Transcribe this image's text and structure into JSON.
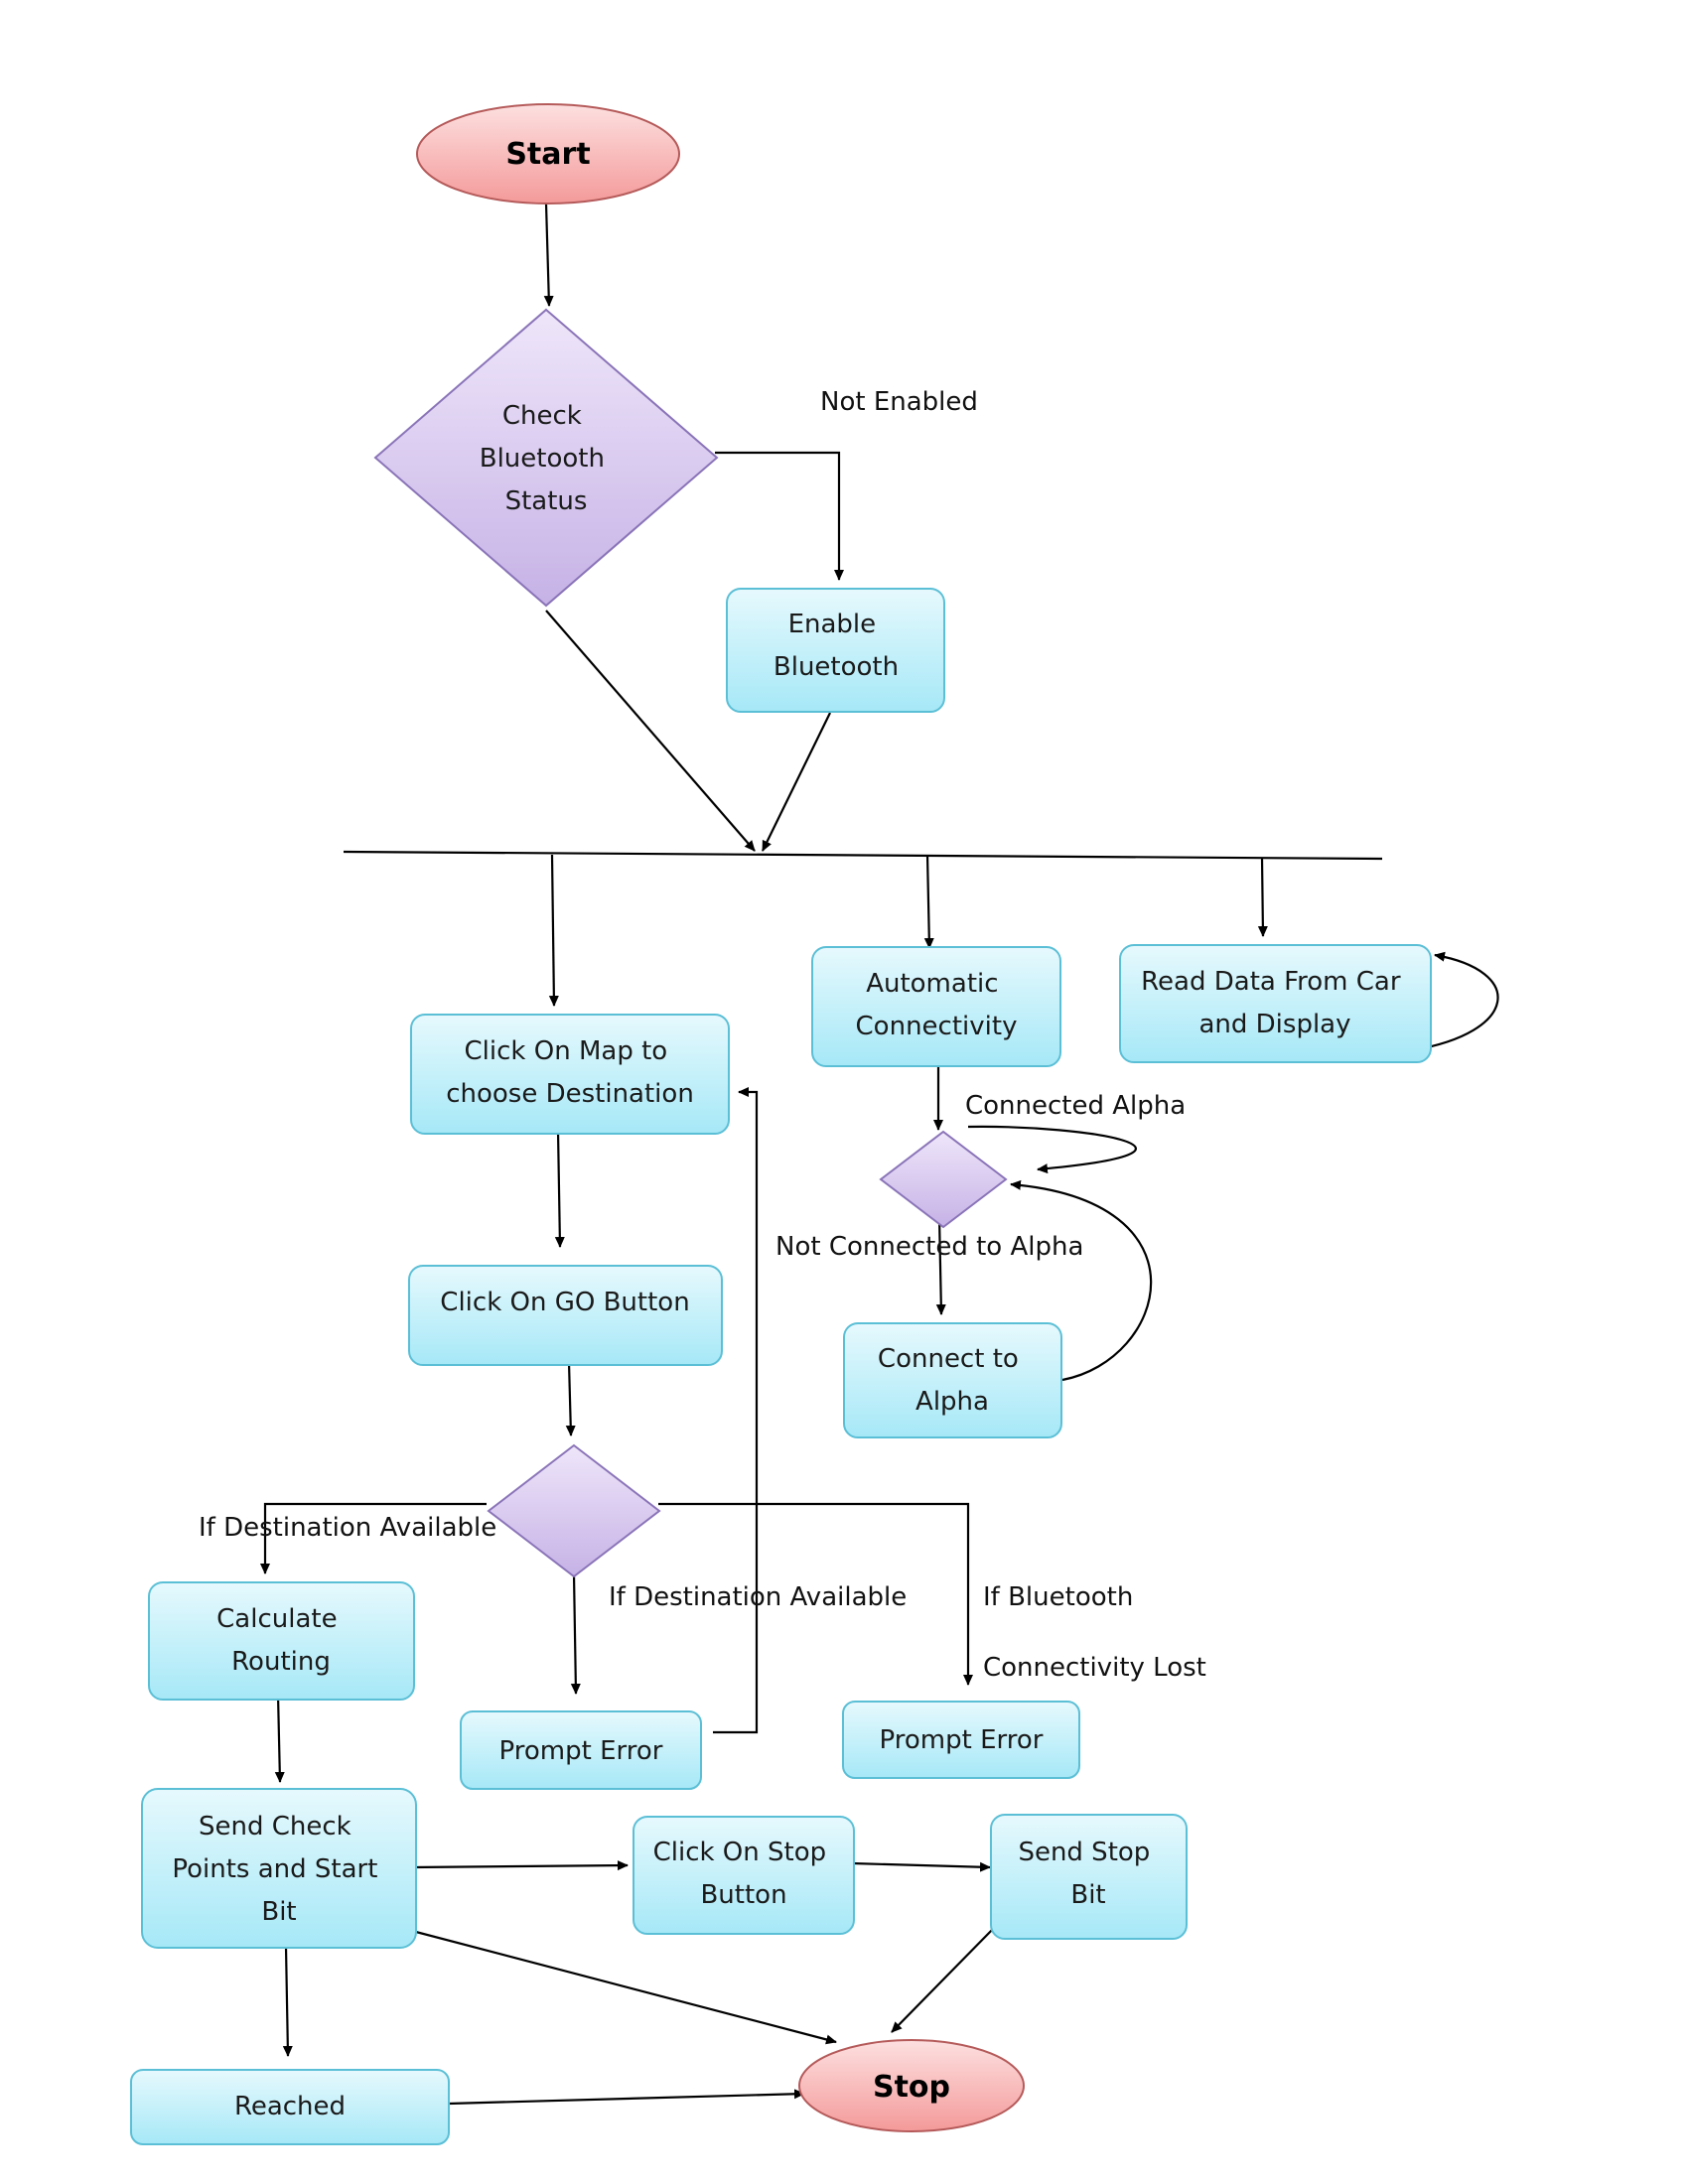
{
  "diagram": {
    "start": "Start",
    "stop": "Stop",
    "check_bluetooth": [
      "Check",
      "Bluetooth",
      "Status"
    ],
    "enable_bluetooth": [
      "Enable",
      "Bluetooth"
    ],
    "not_enabled": "Not Enabled",
    "click_map": [
      "Click On Map to",
      "choose Destination"
    ],
    "click_go": "Click On GO Button",
    "automatic_connectivity": [
      "Automatic",
      "Connectivity"
    ],
    "read_data": [
      "Read Data From Car",
      "and Display"
    ],
    "connected_alpha": "Connected Alpha",
    "not_connected_alpha": "Not Connected to Alpha",
    "connect_alpha": [
      "Connect to",
      "Alpha"
    ],
    "if_dest_available_left": "If Destination Available",
    "if_dest_available_mid": "If Destination Available",
    "if_bt_lost": [
      "If Bluetooth",
      "Connectivity Lost"
    ],
    "calculate_routing": [
      "Calculate",
      "Routing"
    ],
    "prompt_error_1": "Prompt Error",
    "prompt_error_2": "Prompt Error",
    "send_check_points": [
      "Send Check",
      "Points and Start",
      "Bit"
    ],
    "click_stop": [
      "Click On Stop",
      "Button"
    ],
    "send_stop_bit": [
      "Send Stop",
      "Bit"
    ],
    "reached": "Reached"
  },
  "colors": {
    "box_fill_top": "#e6f9fd",
    "box_fill_bottom": "#a6e8f7",
    "diamond_fill_top": "#efe6fa",
    "diamond_fill_bottom": "#c6b2e6",
    "oval_fill_top": "#fde0e0",
    "oval_fill_bottom": "#f49a9a"
  }
}
